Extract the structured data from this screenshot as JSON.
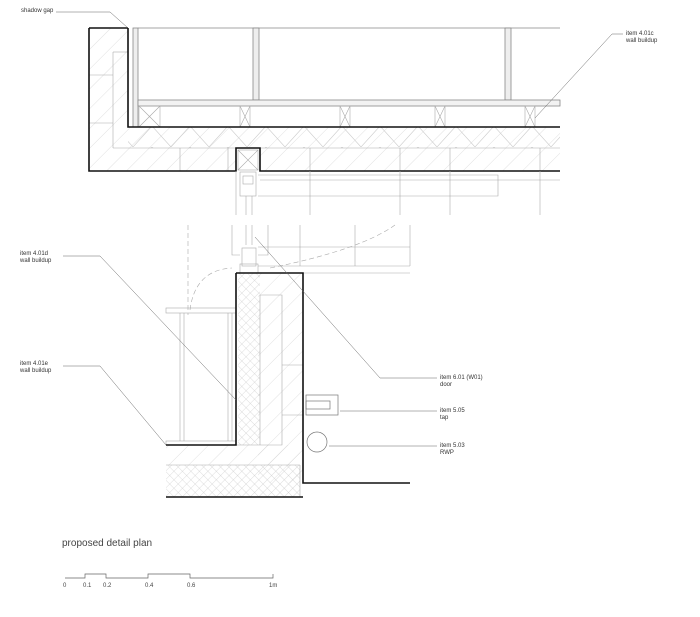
{
  "drawing": {
    "title": "proposed detail plan",
    "annotations": [
      {
        "id": "shadow-gap",
        "lines": [
          "shadow gap"
        ]
      },
      {
        "id": "item-4-01c",
        "lines": [
          "item 4.01c",
          "wall buildup"
        ]
      },
      {
        "id": "item-4-01d",
        "lines": [
          "item 4.01d",
          "wall buildup"
        ]
      },
      {
        "id": "item-4-01e",
        "lines": [
          "item 4.01e",
          "wall buildup"
        ]
      },
      {
        "id": "item-6-01",
        "lines": [
          "item 6.01 (W01)",
          "door"
        ]
      },
      {
        "id": "item-5-05",
        "lines": [
          "item 5.05",
          "tap"
        ]
      },
      {
        "id": "item-5-03",
        "lines": [
          "item 5.03",
          "RWP"
        ]
      }
    ],
    "scale_bar": {
      "ticks": [
        "0",
        "0.1",
        "0.2",
        "0.4",
        "0.6",
        "1m"
      ]
    }
  }
}
